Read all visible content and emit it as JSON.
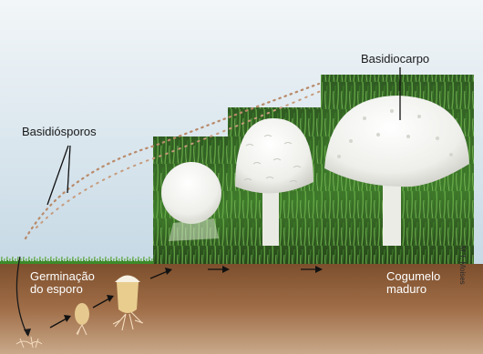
{
  "labels": {
    "basidiocarpo": "Basidiocarpo",
    "basidiosporos": "Basidiósporos",
    "germinacao_line1": "Germinação",
    "germinacao_line2": "do esporo",
    "cogumelo_line1": "Cogumelo",
    "cogumelo_line2": "maduro"
  },
  "credit": "M.T. Moises",
  "colors": {
    "sky_top": "#eef3f6",
    "sky_bottom": "#c9dbe6",
    "soil": "#8a5a36",
    "grass": "#3f8a2c",
    "spores": "#b98a6a",
    "mushroom": "#f3f3f1"
  }
}
